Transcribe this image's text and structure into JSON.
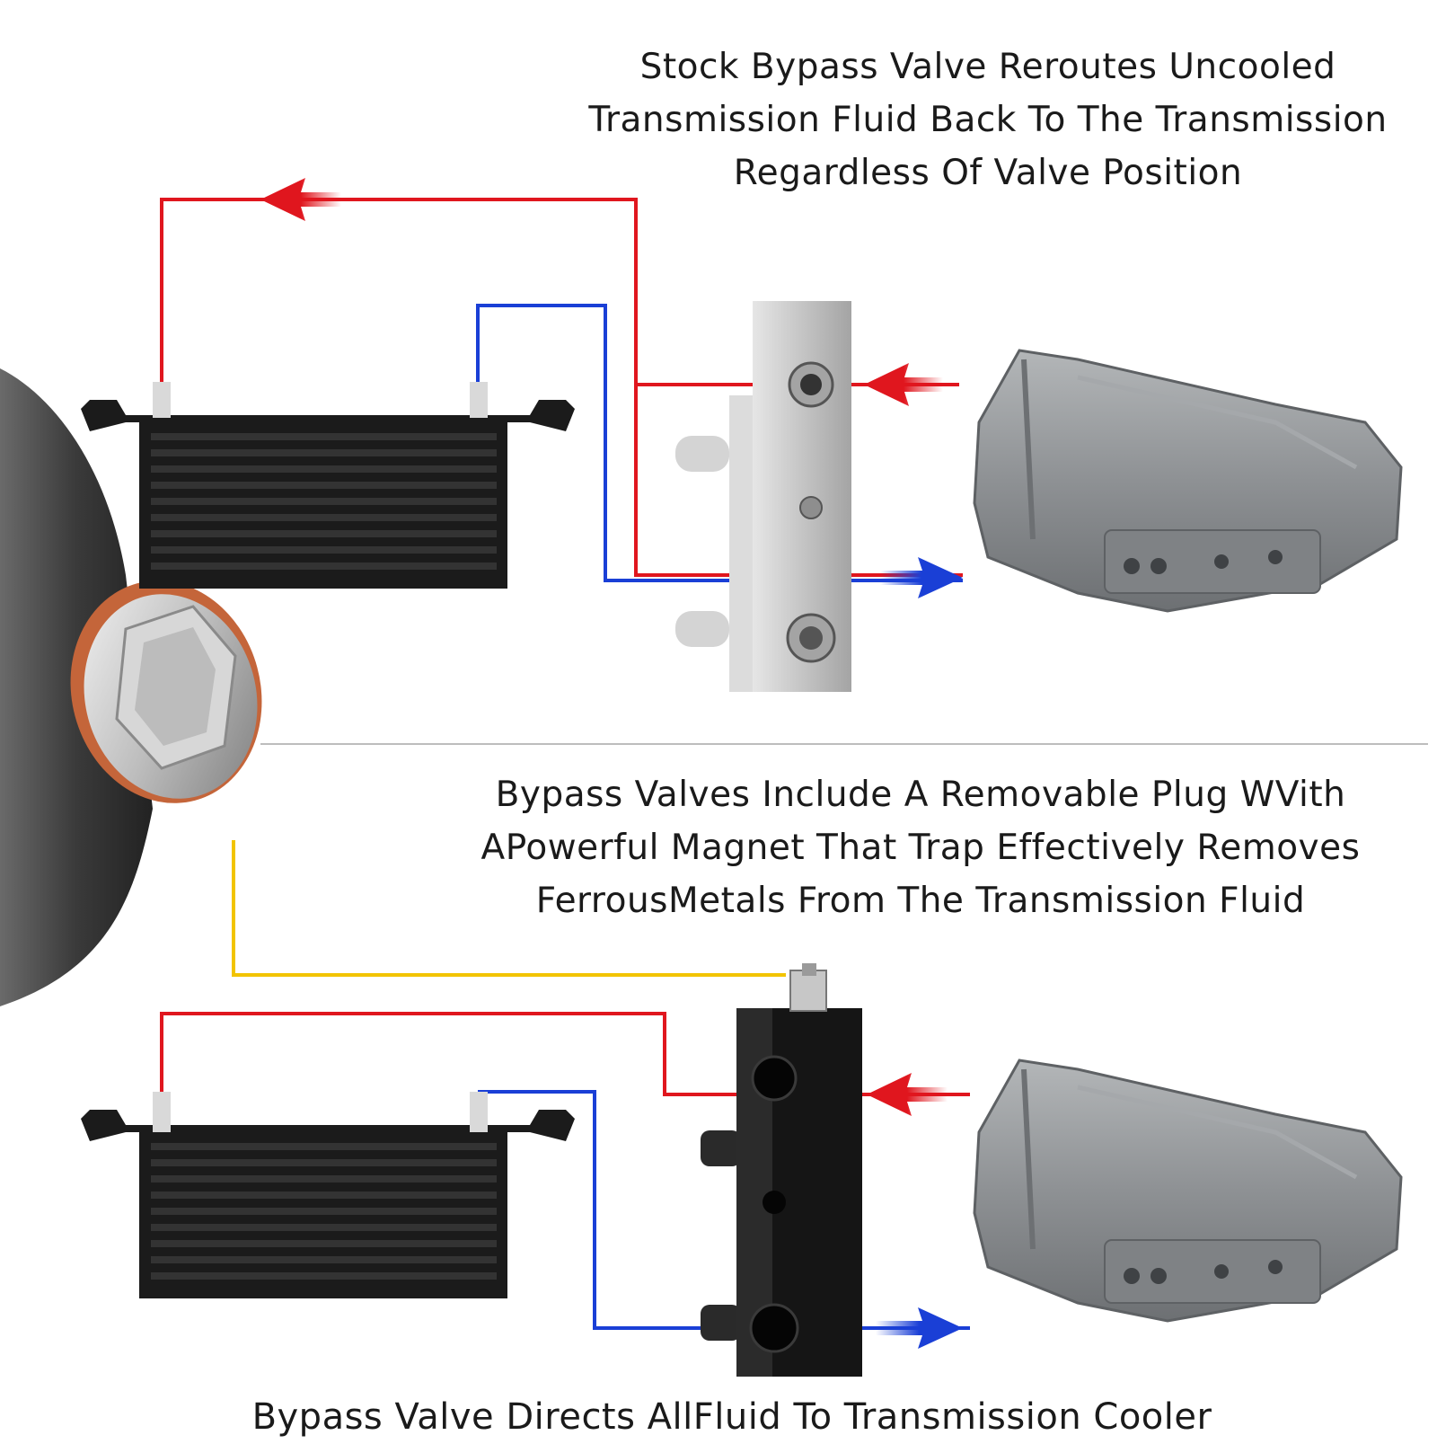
{
  "captions": {
    "top": [
      "Stock Bypass Valve Reroutes Uncooled",
      "Transmission Fluid Back To The Transmission",
      "Regardless Of Valve Position"
    ],
    "middle": [
      "Bypass Valves Include A Removable Plug WVith",
      "APowerful Magnet That Trap Effectively Removes",
      "FerrousMetals From The Transmission Fluid"
    ],
    "bottom": [
      "Bypass Valve Directs AllFluid To Transmission Cooler"
    ]
  },
  "colors": {
    "hot_line": "#e0161e",
    "cool_line": "#1a3fd6",
    "magnet_line": "#f2c400",
    "divider": "#bdbdbd",
    "cooler": "#1b1b1b",
    "stock_valve": "#c9c9c9",
    "upgraded_valve": "#151515",
    "transmission": "#8c8f92"
  },
  "icons": {
    "flow_arrow": "arrow-icon",
    "plug": "magnetic-plug-icon"
  }
}
